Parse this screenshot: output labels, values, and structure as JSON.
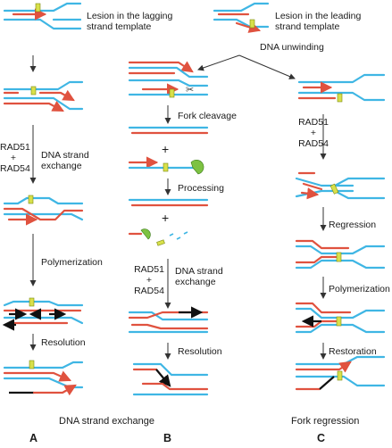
{
  "labels": {
    "lesion_lagging": "Lesion in the lagging strand template",
    "lesion_leading": "Lesion in the leading strand template",
    "dna_unwinding": "DNA unwinding",
    "rad51_rad54_a_1": "RAD51",
    "rad51_rad54_a_2": "+",
    "rad51_rad54_a_3": "RAD54",
    "dna_strand_exchange_a": "DNA strand exchange",
    "polymerization_a": "Polymerization",
    "resolution_a": "Resolution",
    "fork_cleavage": "Fork cleavage",
    "plus_1": "+",
    "processing": "Processing",
    "plus_2": "+",
    "rad51_rad54_b_1": "RAD51",
    "rad51_rad54_b_2": "+",
    "rad51_rad54_b_3": "RAD54",
    "dna_strand_exchange_b": "DNA strand exchange",
    "resolution_b": "Resolution",
    "rad51_rad54_c_1": "RAD51",
    "rad51_rad54_c_2": "+",
    "rad51_rad54_c_3": "RAD54",
    "regression": "Regression",
    "polymerization_c": "Polymerization",
    "restoration": "Restoration"
  },
  "footer": {
    "dna_strand_exchange": "DNA strand exchange",
    "fork_regression": "Fork regression"
  },
  "columns": {
    "a": "A",
    "b": "B",
    "c": "C"
  },
  "colors": {
    "template_strand": "#3fb6e4",
    "nascent_strand": "#e0523f",
    "lesion": "#d8e04a",
    "new_synthesis": "#111111",
    "nuclease": "#7dc242"
  }
}
